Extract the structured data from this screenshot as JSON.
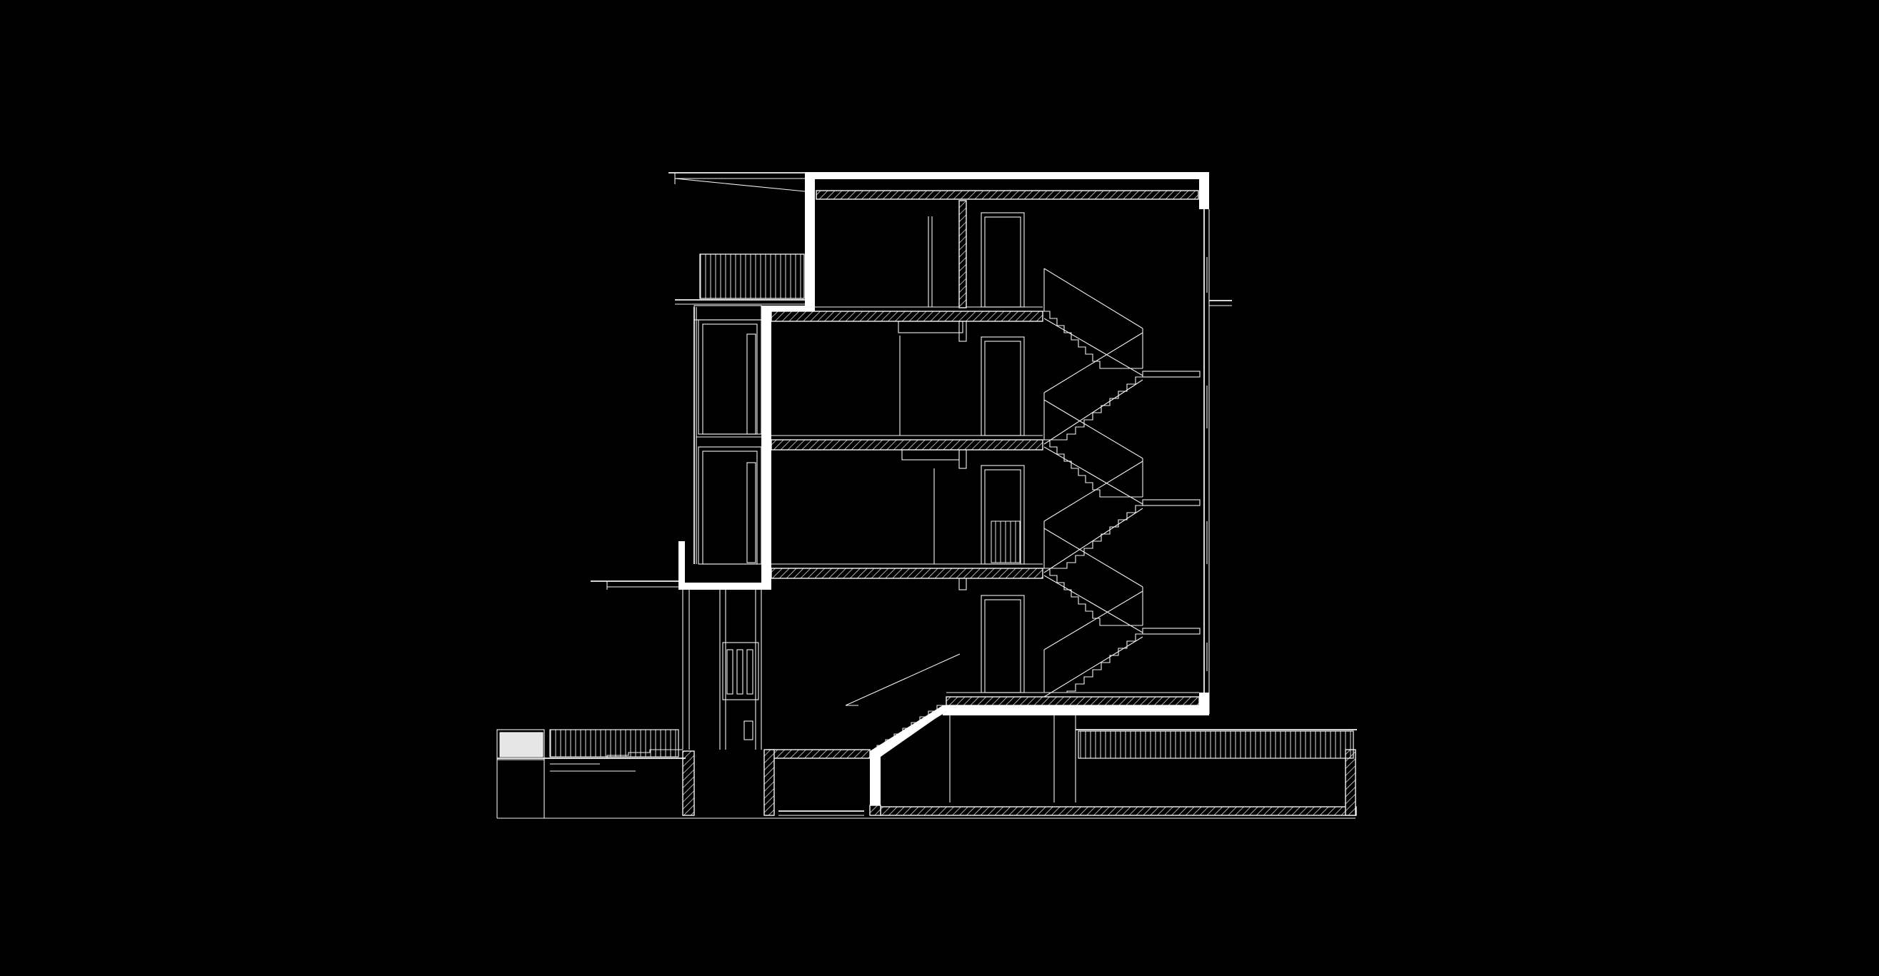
{
  "drawing": {
    "kind": "architectural building section",
    "background_color": "#000000",
    "line_color": "#f2f2f2",
    "wall_color": "#ffffff",
    "levels": [
      "basement",
      "ground",
      "first",
      "second",
      "third"
    ],
    "staircase_flights": 7,
    "elevator_shaft": true
  }
}
